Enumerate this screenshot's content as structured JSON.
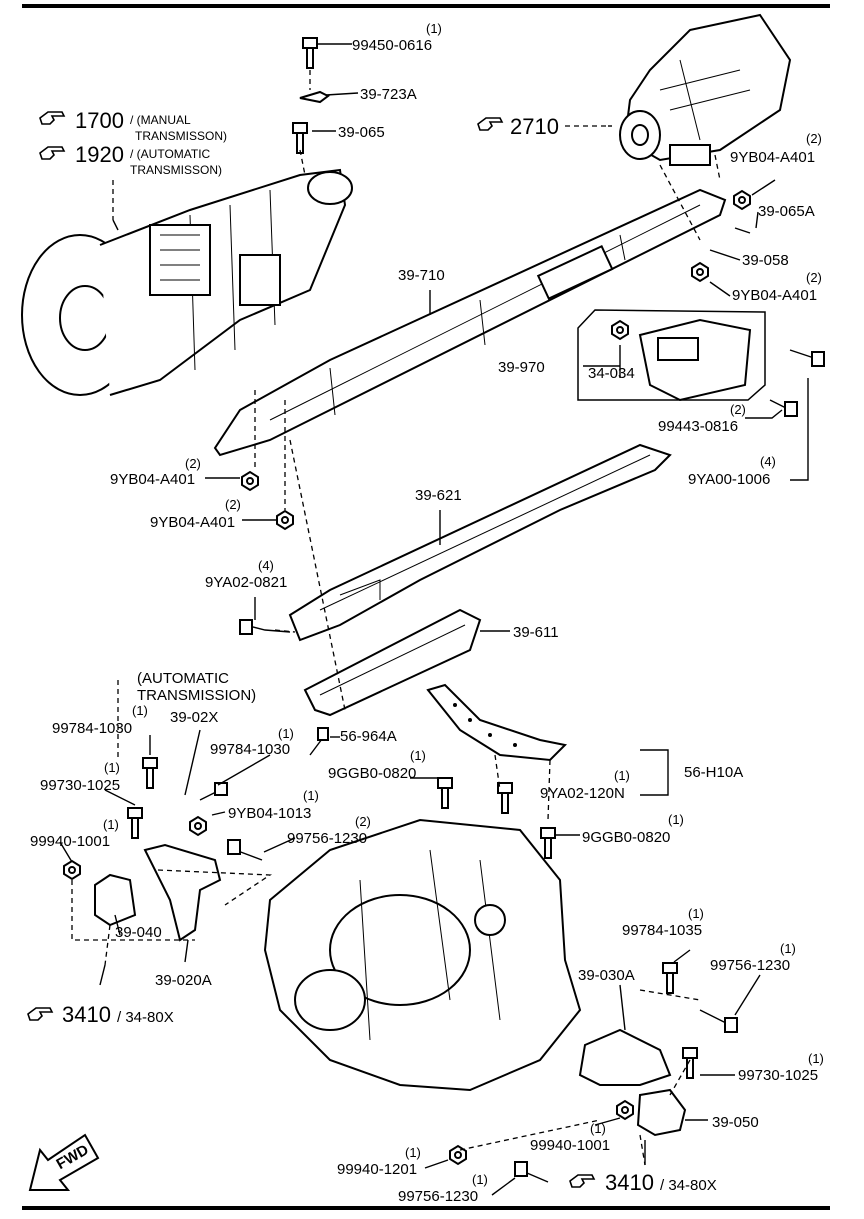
{
  "refs": {
    "r1700": {
      "num": "1700",
      "note1": "/ (MANUAL",
      "note2": "TRANSMISSON)"
    },
    "r1920": {
      "num": "1920",
      "note1": "/ (AUTOMATIC",
      "note2": "TRANSMISSON)"
    },
    "r2710": {
      "num": "2710"
    },
    "r3410a": {
      "num": "3410",
      "suffix": "/ 34-80X"
    },
    "r3410b": {
      "num": "3410",
      "suffix": "/ 34-80X"
    }
  },
  "section_note": {
    "line1": "(AUTOMATIC",
    "line2": "TRANSMISSION)"
  },
  "fwd": "FWD",
  "parts": [
    {
      "id": "p1",
      "number": "99450-0616",
      "qty": "(1)"
    },
    {
      "id": "p2",
      "number": "39-723A",
      "qty": ""
    },
    {
      "id": "p3",
      "number": "39-065",
      "qty": ""
    },
    {
      "id": "p4",
      "number": "9YB04-A401",
      "qty": "(2)"
    },
    {
      "id": "p5",
      "number": "39-065A",
      "qty": ""
    },
    {
      "id": "p6",
      "number": "39-058",
      "qty": ""
    },
    {
      "id": "p7",
      "number": "9YB04-A401",
      "qty": "(2)"
    },
    {
      "id": "p8",
      "number": "39-710",
      "qty": ""
    },
    {
      "id": "p9",
      "number": "39-970",
      "qty": ""
    },
    {
      "id": "p10",
      "number": "34-034",
      "qty": ""
    },
    {
      "id": "p11",
      "number": "99443-0816",
      "qty": "(2)"
    },
    {
      "id": "p12",
      "number": "9YA00-1006",
      "qty": "(4)"
    },
    {
      "id": "p13",
      "number": "9YB04-A401",
      "qty": "(2)"
    },
    {
      "id": "p14",
      "number": "9YB04-A401",
      "qty": "(2)"
    },
    {
      "id": "p15",
      "number": "39-621",
      "qty": ""
    },
    {
      "id": "p16",
      "number": "9YA02-0821",
      "qty": "(4)"
    },
    {
      "id": "p17",
      "number": "39-611",
      "qty": ""
    },
    {
      "id": "p18",
      "number": "99784-1030",
      "qty": "(1)"
    },
    {
      "id": "p19",
      "number": "39-02X",
      "qty": ""
    },
    {
      "id": "p20",
      "number": "99784-1030",
      "qty": "(1)"
    },
    {
      "id": "p21",
      "number": "56-964A",
      "qty": ""
    },
    {
      "id": "p22",
      "number": "99730-1025",
      "qty": "(1)"
    },
    {
      "id": "p23",
      "number": "9GGB0-0820",
      "qty": "(1)"
    },
    {
      "id": "p24",
      "number": "56-H10A",
      "qty": ""
    },
    {
      "id": "p25",
      "number": "9YA02-120N",
      "qty": "(1)"
    },
    {
      "id": "p26",
      "number": "9YB04-1013",
      "qty": "(1)"
    },
    {
      "id": "p27",
      "number": "99756-1230",
      "qty": "(2)"
    },
    {
      "id": "p28",
      "number": "99940-1001",
      "qty": "(1)"
    },
    {
      "id": "p29",
      "number": "9GGB0-0820",
      "qty": "(1)"
    },
    {
      "id": "p30",
      "number": "39-040",
      "qty": ""
    },
    {
      "id": "p31",
      "number": "39-020A",
      "qty": ""
    },
    {
      "id": "p32",
      "number": "99784-1035",
      "qty": "(1)"
    },
    {
      "id": "p33",
      "number": "99756-1230",
      "qty": "(1)"
    },
    {
      "id": "p34",
      "number": "39-030A",
      "qty": ""
    },
    {
      "id": "p35",
      "number": "99730-1025",
      "qty": "(1)"
    },
    {
      "id": "p36",
      "number": "39-050",
      "qty": ""
    },
    {
      "id": "p37",
      "number": "99940-1001",
      "qty": "(1)"
    },
    {
      "id": "p38",
      "number": "99940-1201",
      "qty": "(1)"
    },
    {
      "id": "p39",
      "number": "99756-1230",
      "qty": "(1)"
    }
  ]
}
